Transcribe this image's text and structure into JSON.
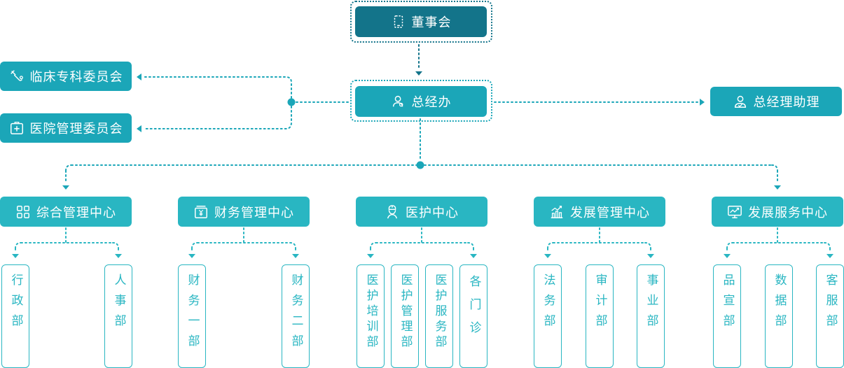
{
  "board": {
    "label": "董事会",
    "icon": "phone-icon"
  },
  "office": {
    "label": "总经办",
    "icon": "users-icon"
  },
  "assistant": {
    "label": "总经理助理",
    "icon": "user-check-icon"
  },
  "committees": [
    {
      "label": "临床专科委员会",
      "icon": "stethoscope-icon"
    },
    {
      "label": "医院管理委员会",
      "icon": "medical-cross-icon"
    }
  ],
  "centers": [
    {
      "label": "综合管理中心",
      "icon": "grid-icon",
      "departments": [
        "行政部",
        "人事部"
      ]
    },
    {
      "label": "财务管理中心",
      "icon": "yuan-register-icon",
      "departments": [
        "财务一部",
        "财务二部"
      ]
    },
    {
      "label": "医护中心",
      "icon": "nurse-icon",
      "departments": [
        "医护培训部",
        "医护管理部",
        "医护服务部",
        "各门诊"
      ]
    },
    {
      "label": "发展管理中心",
      "icon": "bar-growth-icon",
      "departments": [
        "法务部",
        "审计部",
        "事业部"
      ]
    },
    {
      "label": "发展服务中心",
      "icon": "monitor-trend-icon",
      "departments": [
        "品宣部",
        "数据部",
        "客服部"
      ]
    }
  ],
  "colors": {
    "dark": "#13748a",
    "mid": "#1ba6b8",
    "light": "#29b6c2"
  }
}
